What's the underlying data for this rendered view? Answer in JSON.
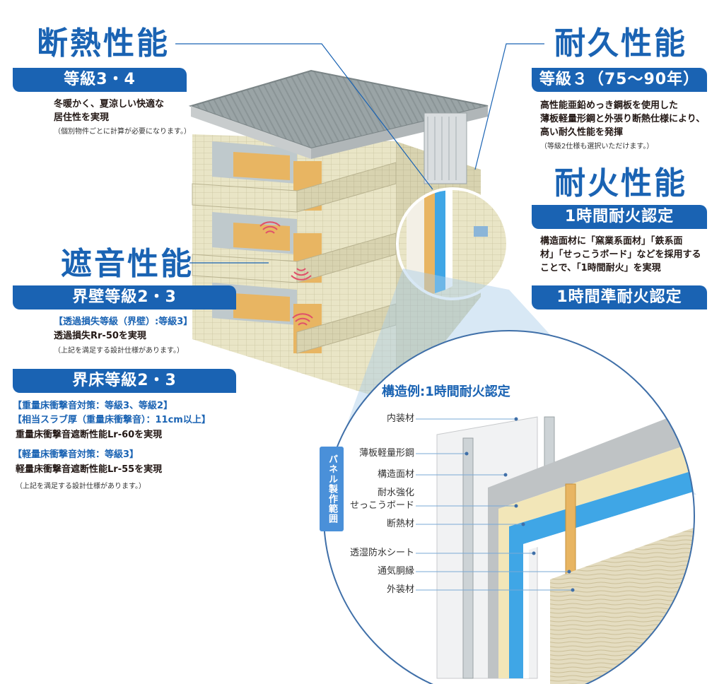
{
  "insulation": {
    "title": "断熱性能",
    "grade": "等級3・4",
    "desc_line1": "冬暖かく、夏涼しい快適な",
    "desc_line2": "居住性を実現",
    "note": "（個別物件ごとに計算が必要になります。）"
  },
  "durability": {
    "title": "耐久性能",
    "grade": "等級３（75〜90年）",
    "desc_line1": "高性能亜鉛めっき鋼板を使用した",
    "desc_line2": "薄板軽量形鋼と外張り断熱仕様により、",
    "desc_line3": "高い耐久性能を発揮",
    "note": "（等級2仕様も選択いただけます。）"
  },
  "fire": {
    "title": "耐火性能",
    "grade1": "1時間耐火認定",
    "desc_line1": "構造面材に「窯業系面材」「鉄系面",
    "desc_line2": "材」「せっこうボード」などを採用する",
    "desc_line3": "ことで、「1時間耐火」を実現",
    "grade2": "1時間準耐火認定"
  },
  "sound": {
    "title": "遮音性能",
    "wall_grade": "界壁等級2・3",
    "wall_sub": "【透過損失等級（界壁）:等級3】",
    "wall_desc": "透過損失Rr-50を実現",
    "wall_note": "（上記を満足する設計仕様があります。）",
    "floor_grade": "界床等級2・3",
    "floor_sub1": "【重量床衝撃音対策：等級3、等級2】",
    "floor_sub2": "【相当スラブ厚（重量床衝撃音）：11cm以上】",
    "floor_desc1": "重量床衝撃音遮断性能Lr-60を実現",
    "floor_sub3": "【軽量床衝撃音対策：等級3】",
    "floor_desc2": "軽量床衝撃音遮断性能Lr-55を実現",
    "floor_note": "（上記を満足する設計仕様があります。）"
  },
  "detail": {
    "title": "構造例:1時間耐火認定",
    "panel_range": "パネル製作範囲",
    "layers": [
      "内装材",
      "薄板軽量形鋼",
      "構造面材",
      "耐水強化",
      "せっこうボード",
      "断熱材",
      "透湿防水シート",
      "通気胴縁",
      "外装材"
    ]
  },
  "colors": {
    "brand_blue": "#1a63b3",
    "panel_blue": "#4a90d9",
    "wall_tile": "#e6e2c2",
    "insulation_blue": "#3fa6e6",
    "wood_orange": "#e8b562"
  }
}
